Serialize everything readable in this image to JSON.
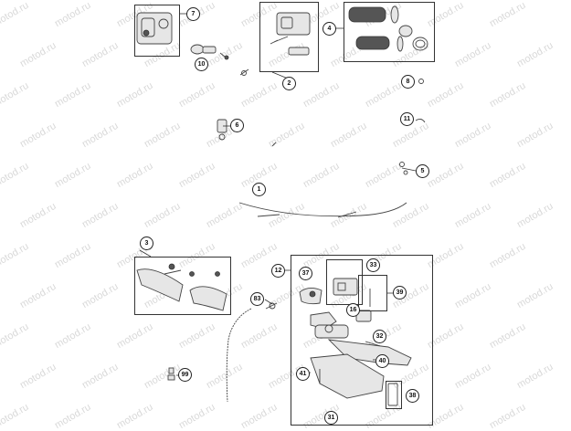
{
  "watermark": "motod.ru",
  "callouts": [
    {
      "id": "c7",
      "label": "7"
    },
    {
      "id": "c10",
      "label": "10"
    },
    {
      "id": "c2",
      "label": "2"
    },
    {
      "id": "c4",
      "label": "4"
    },
    {
      "id": "c8",
      "label": "8"
    },
    {
      "id": "c6",
      "label": "6"
    },
    {
      "id": "c11",
      "label": "11"
    },
    {
      "id": "c5",
      "label": "5"
    },
    {
      "id": "c1",
      "label": "1"
    },
    {
      "id": "c3",
      "label": "3"
    },
    {
      "id": "c12",
      "label": "12"
    },
    {
      "id": "c37",
      "label": "37"
    },
    {
      "id": "c33",
      "label": "33"
    },
    {
      "id": "c39",
      "label": "39"
    },
    {
      "id": "c83",
      "label": "83"
    },
    {
      "id": "c16",
      "label": "16"
    },
    {
      "id": "c32",
      "label": "32"
    },
    {
      "id": "c40",
      "label": "40"
    },
    {
      "id": "c41",
      "label": "41"
    },
    {
      "id": "c99",
      "label": "99"
    },
    {
      "id": "c38",
      "label": "38"
    },
    {
      "id": "c31",
      "label": "31"
    }
  ]
}
